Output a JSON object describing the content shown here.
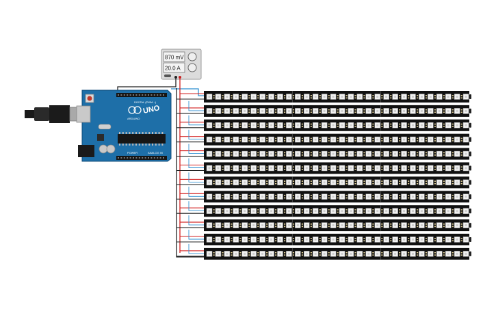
{
  "power_supply": {
    "voltage_readout": "870 mV",
    "current_readout": "20.0 A"
  },
  "arduino": {
    "model_label": "UNO",
    "brand_label": "ARDUINO",
    "digital_header_label": "DIGITAL (PWM ~)",
    "power_header_label": "POWER",
    "analog_header_label": "ANALOG IN"
  },
  "led_strips": {
    "count": 12,
    "segments_per_strip": 3,
    "leds_per_segment": 10
  },
  "colors": {
    "arduino_board": "#1e6fa8",
    "strip_body": "#111111",
    "wire_red": "#d21f1f",
    "wire_black": "#222222",
    "wire_blue": "#2f8fd0",
    "psu_body": "#dcdcdc"
  }
}
